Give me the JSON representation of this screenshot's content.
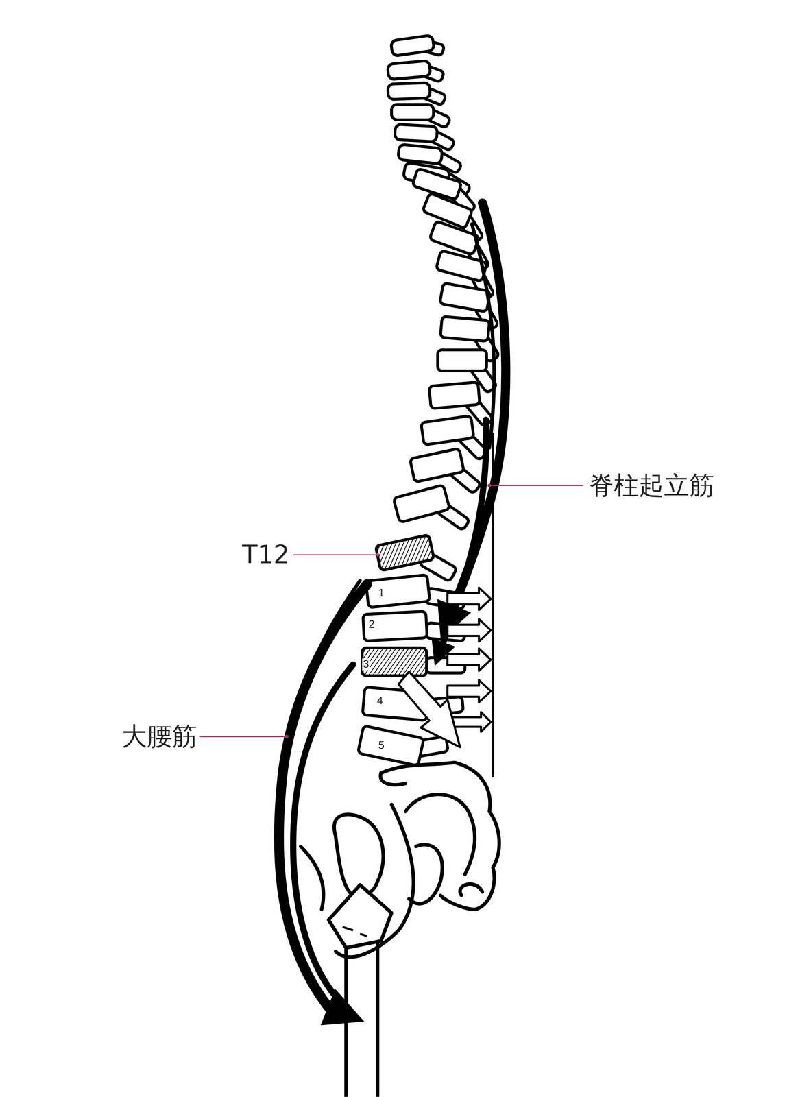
{
  "diagram": {
    "labels": [
      "脊柱起立筋",
      "T12",
      "大腰筋",
      "1",
      "2",
      "3",
      "4",
      "5"
    ]
  }
}
